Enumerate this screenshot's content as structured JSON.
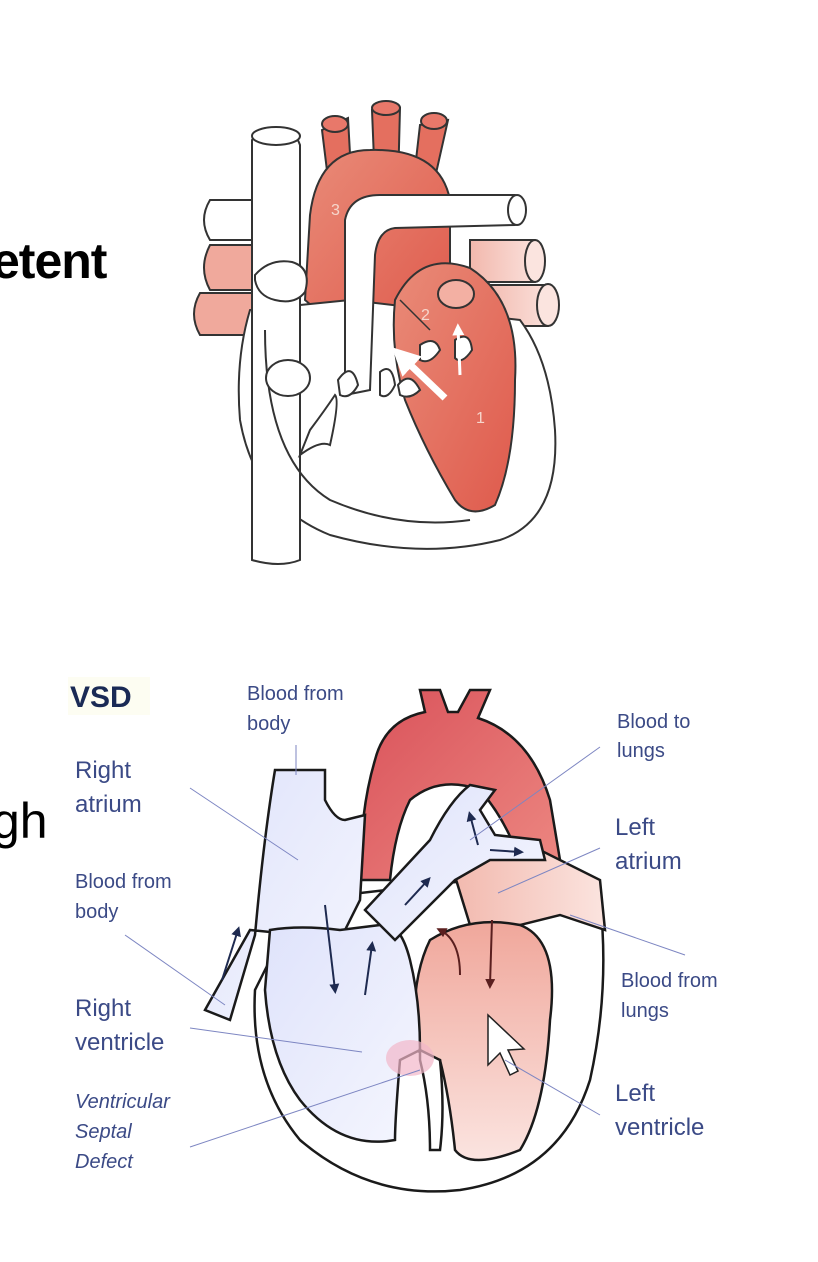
{
  "slide": {
    "fragment_top": "etent",
    "fragment_middle": "gh"
  },
  "top_diagram": {
    "numbers": [
      "3",
      "2",
      "1"
    ]
  },
  "vsd_diagram": {
    "title": "VSD",
    "labels": {
      "blood_from_body_top": [
        "Blood from",
        "body"
      ],
      "blood_to_lungs": [
        "Blood to",
        "lungs"
      ],
      "right_atrium": [
        "Right",
        "atrium"
      ],
      "left_atrium": [
        "Left",
        "atrium"
      ],
      "blood_from_body_left": [
        "Blood from",
        "body"
      ],
      "blood_from_lungs": [
        "Blood from",
        "lungs"
      ],
      "right_ventricle": [
        "Right",
        "ventricle"
      ],
      "left_ventricle": [
        "Left",
        "ventricle"
      ],
      "vsd": [
        "Ventricular",
        "Septal",
        "Defect"
      ]
    }
  },
  "colors": {
    "oxygenated": "#e0655a",
    "deoxygenated": "#e9ecfb",
    "label": "#3b4a86",
    "leader_line": "#7d86c2"
  }
}
